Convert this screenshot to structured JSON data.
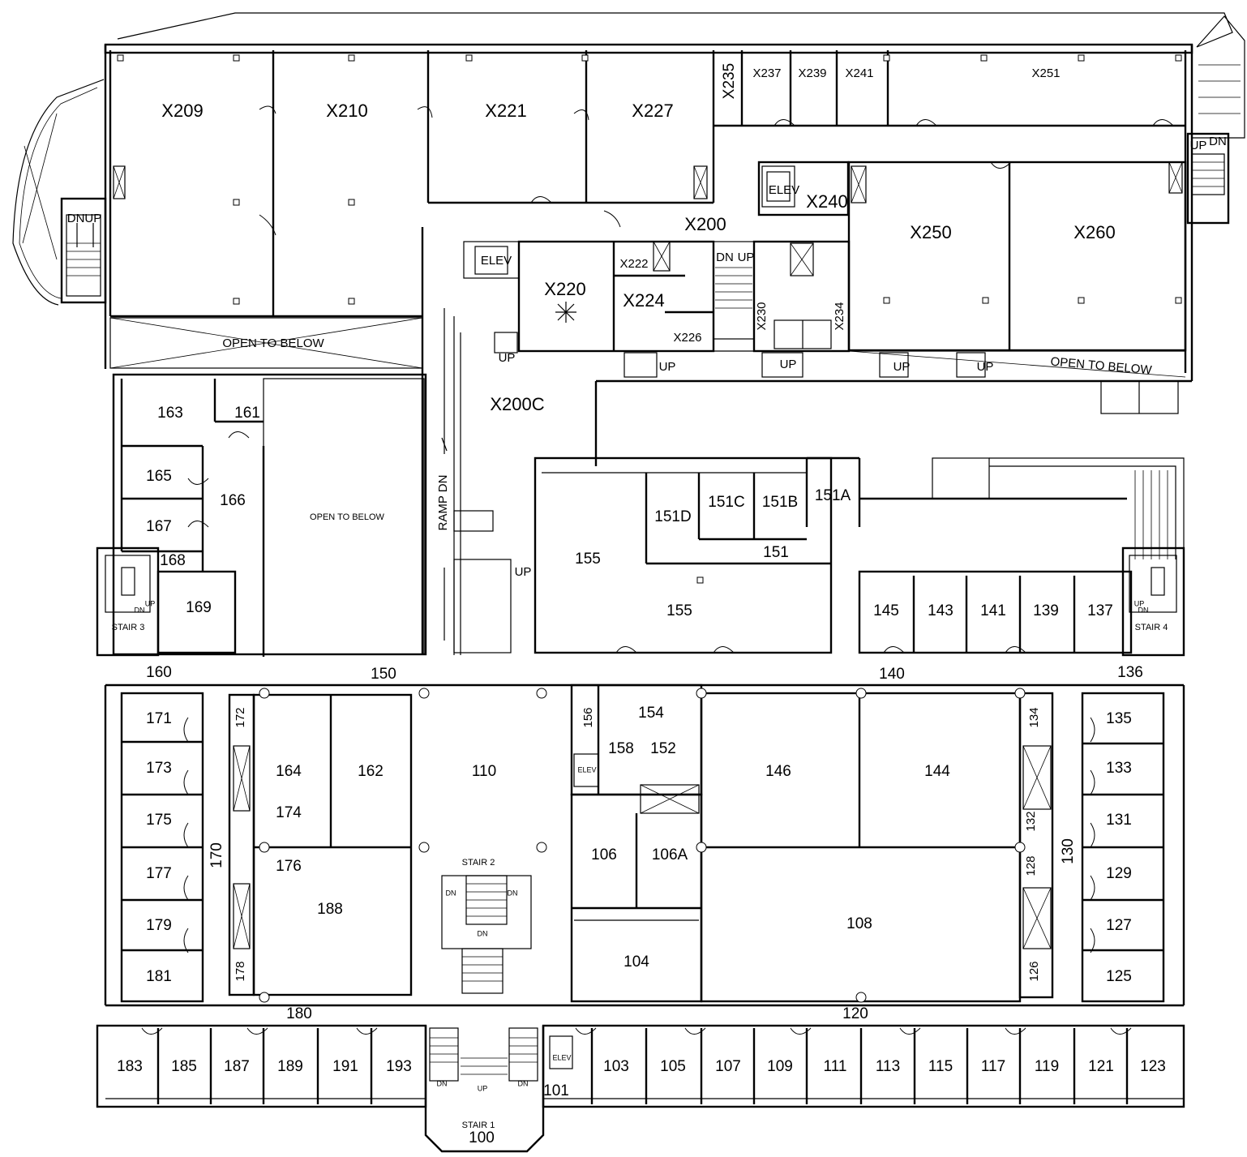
{
  "rooms_upper": [
    {
      "id": "x209",
      "label": "X209"
    },
    {
      "id": "x210",
      "label": "X210"
    },
    {
      "id": "x221",
      "label": "X221"
    },
    {
      "id": "x227",
      "label": "X227"
    },
    {
      "id": "x235",
      "label": "X235"
    },
    {
      "id": "x237",
      "label": "X237"
    },
    {
      "id": "x239",
      "label": "X239"
    },
    {
      "id": "x241",
      "label": "X241"
    },
    {
      "id": "x251",
      "label": "X251"
    },
    {
      "id": "x240",
      "label": "X240"
    },
    {
      "id": "x200",
      "label": "X200"
    },
    {
      "id": "x250",
      "label": "X250"
    },
    {
      "id": "x260",
      "label": "X260"
    },
    {
      "id": "x220",
      "label": "X220"
    },
    {
      "id": "x222",
      "label": "X222"
    },
    {
      "id": "x224",
      "label": "X224"
    },
    {
      "id": "x226",
      "label": "X226"
    },
    {
      "id": "x230",
      "label": "X230"
    },
    {
      "id": "x234",
      "label": "X234"
    },
    {
      "id": "x200c",
      "label": "X200C"
    }
  ],
  "rooms_lower": [
    {
      "id": "163",
      "label": "163"
    },
    {
      "id": "161",
      "label": "161"
    },
    {
      "id": "165",
      "label": "165"
    },
    {
      "id": "166",
      "label": "166"
    },
    {
      "id": "167",
      "label": "167"
    },
    {
      "id": "168",
      "label": "168"
    },
    {
      "id": "169",
      "label": "169"
    },
    {
      "id": "160",
      "label": "160"
    },
    {
      "id": "150",
      "label": "150"
    },
    {
      "id": "155a",
      "label": "155"
    },
    {
      "id": "155b",
      "label": "155"
    },
    {
      "id": "151d",
      "label": "151D"
    },
    {
      "id": "151c",
      "label": "151C"
    },
    {
      "id": "151b",
      "label": "151B"
    },
    {
      "id": "151a",
      "label": "151A"
    },
    {
      "id": "151",
      "label": "151"
    },
    {
      "id": "145",
      "label": "145"
    },
    {
      "id": "143",
      "label": "143"
    },
    {
      "id": "141",
      "label": "141"
    },
    {
      "id": "139",
      "label": "139"
    },
    {
      "id": "137",
      "label": "137"
    },
    {
      "id": "140",
      "label": "140"
    },
    {
      "id": "136",
      "label": "136"
    },
    {
      "id": "171",
      "label": "171"
    },
    {
      "id": "172",
      "label": "172"
    },
    {
      "id": "173",
      "label": "173"
    },
    {
      "id": "164",
      "label": "164"
    },
    {
      "id": "162",
      "label": "162"
    },
    {
      "id": "110",
      "label": "110"
    },
    {
      "id": "156",
      "label": "156"
    },
    {
      "id": "154",
      "label": "154"
    },
    {
      "id": "158",
      "label": "158"
    },
    {
      "id": "152",
      "label": "152"
    },
    {
      "id": "146",
      "label": "146"
    },
    {
      "id": "144",
      "label": "144"
    },
    {
      "id": "134",
      "label": "134"
    },
    {
      "id": "135",
      "label": "135"
    },
    {
      "id": "133",
      "label": "133"
    },
    {
      "id": "175",
      "label": "175"
    },
    {
      "id": "174",
      "label": "174"
    },
    {
      "id": "170",
      "label": "170"
    },
    {
      "id": "177",
      "label": "177"
    },
    {
      "id": "176",
      "label": "176"
    },
    {
      "id": "106",
      "label": "106"
    },
    {
      "id": "106a",
      "label": "106A"
    },
    {
      "id": "132",
      "label": "132"
    },
    {
      "id": "128",
      "label": "128"
    },
    {
      "id": "130",
      "label": "130"
    },
    {
      "id": "131",
      "label": "131"
    },
    {
      "id": "129",
      "label": "129"
    },
    {
      "id": "188",
      "label": "188"
    },
    {
      "id": "108",
      "label": "108"
    },
    {
      "id": "179",
      "label": "179"
    },
    {
      "id": "127",
      "label": "127"
    },
    {
      "id": "104",
      "label": "104"
    },
    {
      "id": "181",
      "label": "181"
    },
    {
      "id": "178",
      "label": "178"
    },
    {
      "id": "126",
      "label": "126"
    },
    {
      "id": "125",
      "label": "125"
    },
    {
      "id": "180",
      "label": "180"
    },
    {
      "id": "120",
      "label": "120"
    },
    {
      "id": "183",
      "label": "183"
    },
    {
      "id": "185",
      "label": "185"
    },
    {
      "id": "187",
      "label": "187"
    },
    {
      "id": "189",
      "label": "189"
    },
    {
      "id": "191",
      "label": "191"
    },
    {
      "id": "193",
      "label": "193"
    },
    {
      "id": "103",
      "label": "103"
    },
    {
      "id": "105",
      "label": "105"
    },
    {
      "id": "107",
      "label": "107"
    },
    {
      "id": "109",
      "label": "109"
    },
    {
      "id": "111",
      "label": "111"
    },
    {
      "id": "113",
      "label": "113"
    },
    {
      "id": "115",
      "label": "115"
    },
    {
      "id": "117",
      "label": "117"
    },
    {
      "id": "119",
      "label": "119"
    },
    {
      "id": "121",
      "label": "121"
    },
    {
      "id": "123",
      "label": "123"
    },
    {
      "id": "101",
      "label": "101"
    },
    {
      "id": "100",
      "label": "100"
    }
  ],
  "annotations": {
    "open_to_below_1": "OPEN TO BELOW",
    "open_to_below_2": "OPEN TO BELOW",
    "open_to_below_3": "OPEN  TO  BELOW",
    "ramp_dn": "RAMP DN",
    "stair_1": "STAIR 1",
    "stair_2": "STAIR 2",
    "stair_3": "STAIR 3",
    "stair_4": "STAIR 4",
    "elev": "ELEV",
    "up": "UP",
    "dn": "DN",
    "dnup": "DNUP"
  }
}
